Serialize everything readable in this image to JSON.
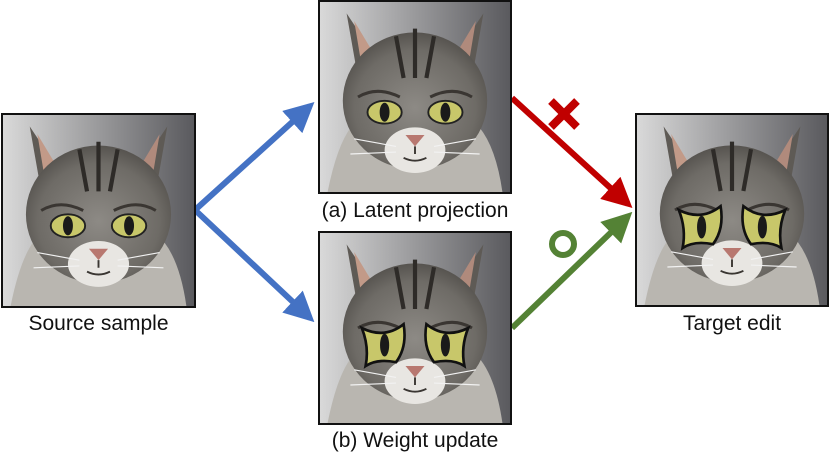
{
  "labels": {
    "source": "Source sample",
    "latent": "(a) Latent projection",
    "weight": "(b) Weight update",
    "target": "Target edit"
  },
  "colors": {
    "arrow_source": "#4472c4",
    "arrow_fail": "#c00000",
    "arrow_success": "#548235"
  },
  "icons": {
    "fail": "cross-mark-icon",
    "success": "circle-mark-icon"
  }
}
